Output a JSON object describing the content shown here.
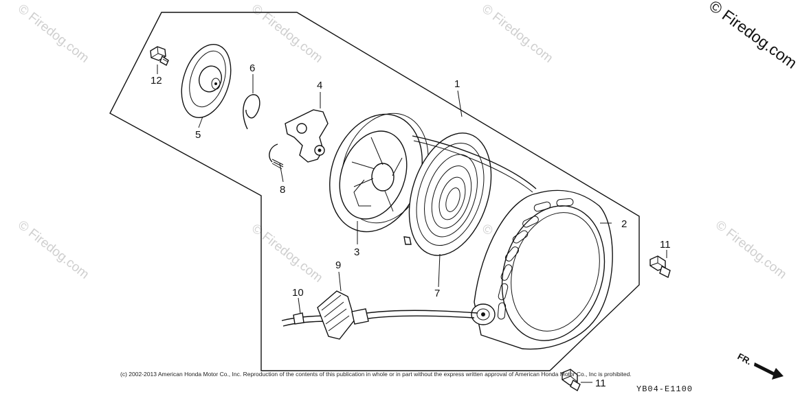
{
  "brand": "© Firedog.com",
  "watermark": "© Firedog.com",
  "copyright": "(c) 2002-2013 American Honda Motor Co., Inc. Reproduction of the contents of this publication in whole or in part without the express written approval of American Honda Motor Co., Inc is prohibited.",
  "diagram_code": "YB04-E1100",
  "direction_label": "FR.",
  "callouts": {
    "c1": "1",
    "c2": "2",
    "c3": "3",
    "c4": "4",
    "c5": "5",
    "c6": "6",
    "c7": "7",
    "c8": "8",
    "c9": "9",
    "c10": "10",
    "c11a": "11",
    "c11b": "11",
    "c12": "12"
  },
  "colors": {
    "line": "#111111",
    "watermark": "#cfcfcf",
    "background": "#ffffff"
  }
}
